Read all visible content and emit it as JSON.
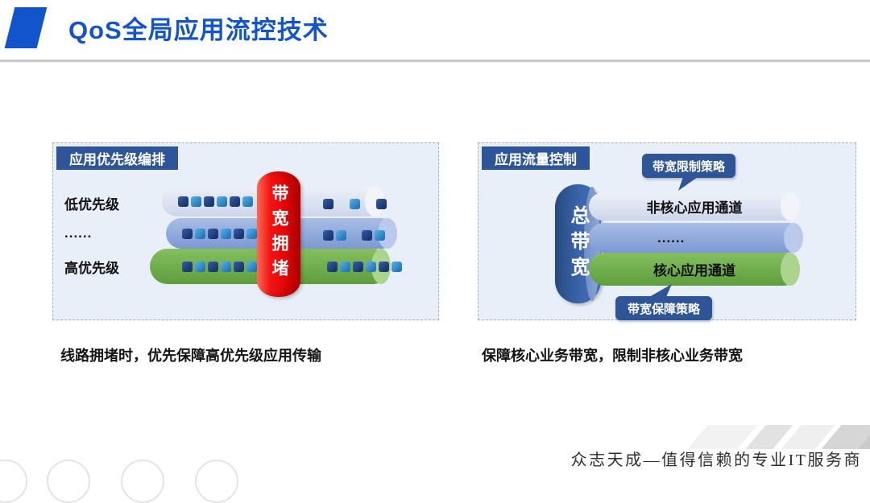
{
  "title": "QoS全局应用流控技术",
  "left_panel": {
    "header": "应用优先级编排",
    "rows": [
      {
        "label": "低优先级",
        "dots_before": 6,
        "dots_after": 3
      },
      {
        "label": "......",
        "dots_before": 6,
        "dots_after": 4
      },
      {
        "label": "高优先级",
        "dots_before": 6,
        "dots_after": 6
      }
    ],
    "congestion_label": "带宽拥堵",
    "caption": "线路拥堵时，优先保障高优先级应用传输"
  },
  "right_panel": {
    "header": "应用流量控制",
    "total_bandwidth_label": "总带宽",
    "top_callout": "带宽限制策略",
    "bottom_callout": "带宽保障策略",
    "channels": [
      {
        "label": "非核心应用通道"
      },
      {
        "label": "......"
      },
      {
        "label": "核心应用通道"
      }
    ],
    "caption": "保障核心业务带宽，限制非核心业务带宽"
  },
  "footer": {
    "slogan": "众志天成—值得信赖的专业IT服务商"
  },
  "colors": {
    "title_blue": "#1254cb",
    "header_blue": "#2e5597",
    "band_red": "#e30505",
    "pipe_green": "#6fad4b",
    "pipe_blue": "#8fa9db",
    "pipe_light": "#dde4f2",
    "panel_bg": "#e9eff8"
  }
}
